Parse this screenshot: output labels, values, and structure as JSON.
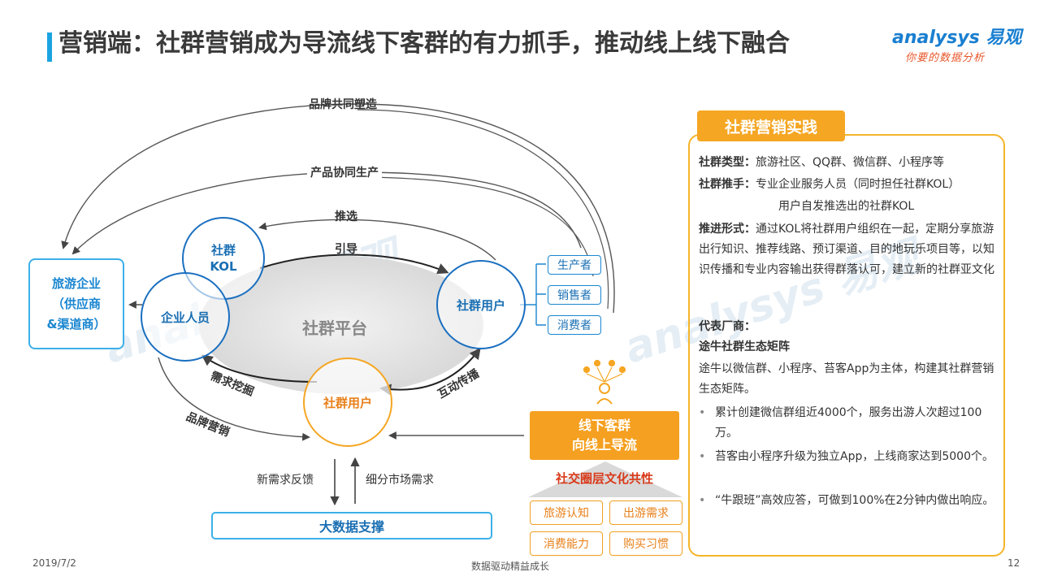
{
  "title": "营销端：社群营销成为导流线下客群的有力抓手，推动线上线下融合",
  "brand": {
    "name": "analysys 易观",
    "slogan": "你要的数据分析"
  },
  "diagram": {
    "top_arc1": "品牌共同塑造",
    "top_arc2": "产品协同生产",
    "recommend": "推选",
    "guide": "引导",
    "platform": "社群平台",
    "kol": "社群\nKOL",
    "staff": "企业人员",
    "user_right": "社群用户",
    "user_bottom": "社群用户",
    "enterprise": "旅游企业\n（供应商\n&渠道商）",
    "roles": [
      "生产者",
      "销售者",
      "消费者"
    ],
    "demand_mining": "需求挖掘",
    "brand_marketing": "品牌营销",
    "interactive": "互动传播",
    "new_demand_feedback": "新需求反馈",
    "segment_demand": "细分市场需求",
    "bigdata": "大数据支撑",
    "offline": "线下客群\n向线上导流",
    "social_culture": "社交圈层文化共性",
    "culture_tags": [
      "旅游认知",
      "出游需求",
      "消费能力",
      "购买习惯"
    ]
  },
  "panel": {
    "heading": "社群营销实践",
    "type_label": "社群类型：",
    "type_value": "旅游社区、QQ群、微信群、小程序等",
    "pusher_label": "社群推手：",
    "pusher_value1": "专业企业服务人员（同时担任社群KOL）",
    "pusher_value2": "用户自发推选出的社群KOL",
    "form_label": "推进形式：",
    "form_value": "通过KOL将社群用户组织在一起，定期分享旅游出行知识、推荐线路、预订渠道、目的地玩乐项目等，以知识传播和专业内容输出获得群落认可，建立新的社群亚文化",
    "vendor_label": "代表厂商：",
    "vendor_name": "途牛社群生态矩阵",
    "vendor_desc": "途牛以微信群、小程序、苔客App为主体，构建其社群营销生态矩阵。",
    "bullets": [
      "累计创建微信群组近4000个，服务出游人次超过100万。",
      "苔客由小程序升级为独立App，上线商家达到5000个。",
      "“牛跟班”高效应答，可做到100%在2分钟内做出响应。"
    ]
  },
  "footer": {
    "date": "2019/7/2",
    "center": "数据驱动精益成长",
    "page": "12"
  },
  "colors": {
    "blue": "#1a86d0",
    "orange": "#f5a623",
    "title_bar": "#1aa3e0"
  }
}
